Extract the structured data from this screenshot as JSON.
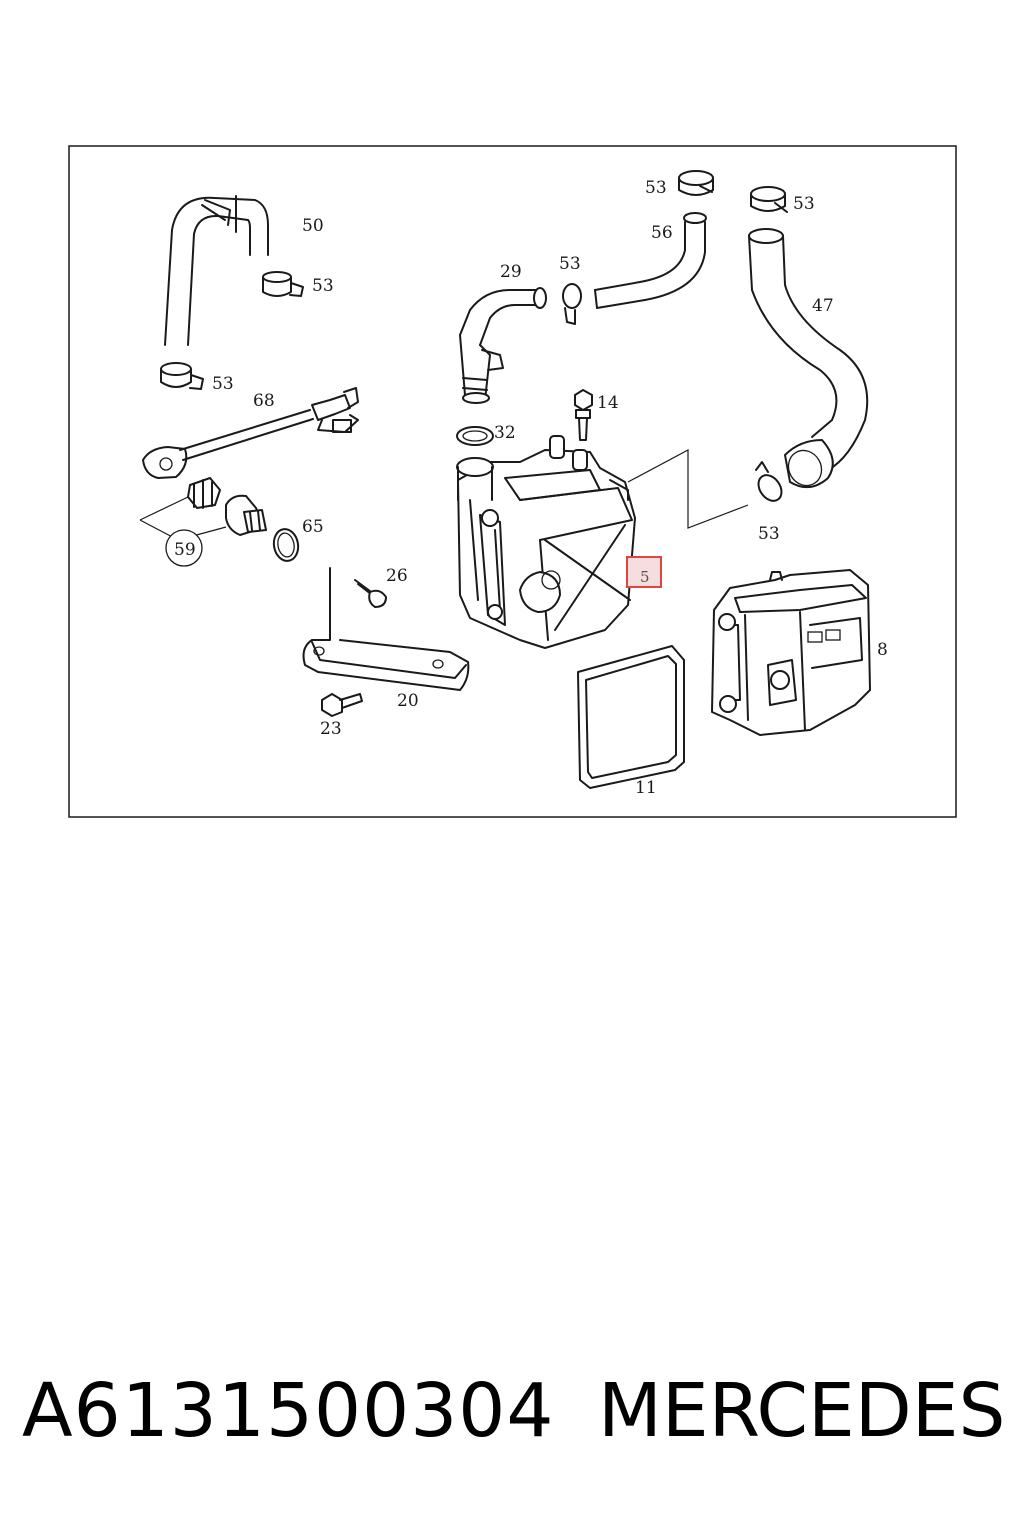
{
  "diagram": {
    "callouts": {
      "c50": "50",
      "c53_a": "53",
      "c53_b": "53",
      "c68": "68",
      "c59": "59",
      "c65": "65",
      "c26": "26",
      "c20": "20",
      "c23": "23",
      "c29": "29",
      "c53_c": "53",
      "c53_d": "53",
      "c56": "56",
      "c53_e": "53",
      "c47": "47",
      "c14": "14",
      "c32": "32",
      "c53_f": "53",
      "c5": "5",
      "c8": "8",
      "c11": "11"
    },
    "highlight_color": "#e0453f"
  },
  "footer": {
    "part_number": "A6131500304",
    "brand": "MERCEDES"
  }
}
